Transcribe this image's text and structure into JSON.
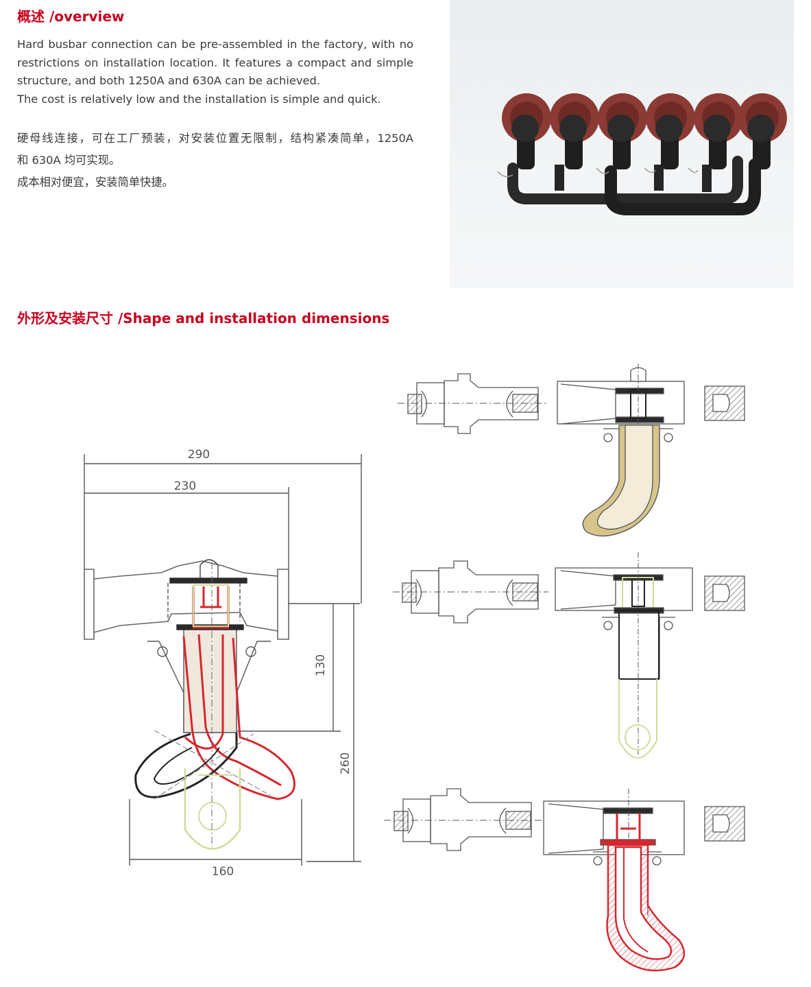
{
  "overview": {
    "title": "概述 /overview",
    "en_lines": [
      "Hard busbar connection can be pre-assembled in the factory, with no",
      "restrictions on installation location. It features a compact and simple",
      "structure, and both 1250A and 630A can be achieved.",
      "The cost is relatively low and the installation is simple and quick."
    ],
    "cn_lines": [
      "硬母线连接，可在工厂预装，对安装位置无限制，结构紧凑简单，1250A",
      "和 630A 均可实现。",
      "成本相对便宜，安装简单快捷。"
    ]
  },
  "dimensions": {
    "title": "外形及安装尺寸 /Shape and installation dimensions",
    "labels": {
      "d290": "290",
      "d230": "230",
      "d130": "130",
      "d260": "260",
      "d160": "160"
    }
  },
  "colors": {
    "heading": "#c8001e",
    "body_text": "#3a3a3a",
    "drawing_red": "#d7262d",
    "drawing_tan": "#d6c48b",
    "drawing_green": "#cfdc9a"
  },
  "icons": [
    "product-photo",
    "busbar-section-drawing",
    "connector-elevation-drawing"
  ]
}
